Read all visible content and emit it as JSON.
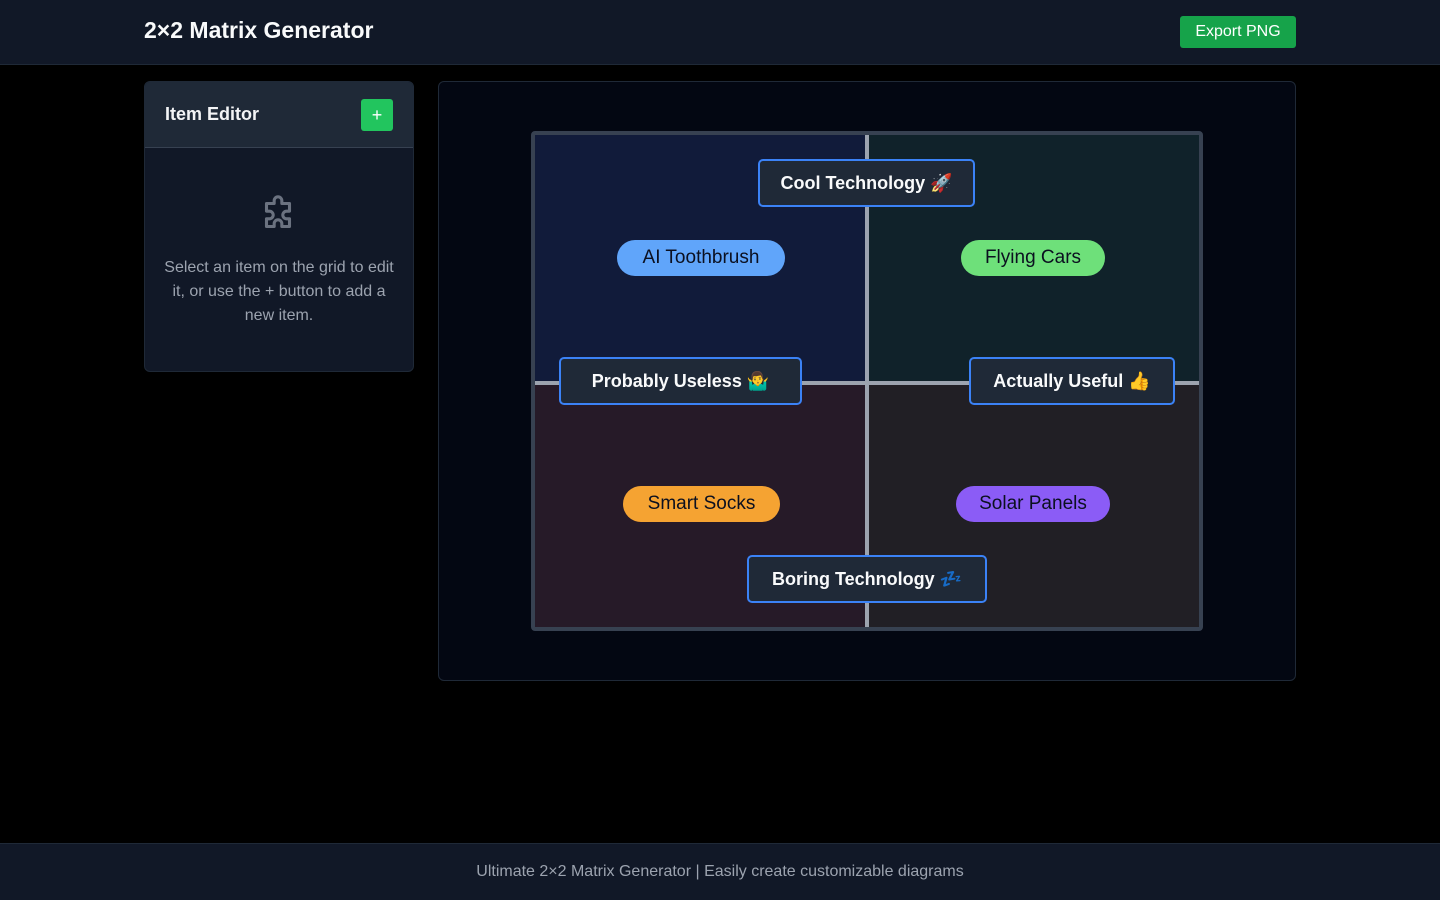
{
  "header": {
    "title": "2×2 Matrix Generator",
    "export_label": "Export PNG"
  },
  "editor": {
    "title": "Item Editor",
    "add_label": "+",
    "hint": "Select an item on the grid to edit it, or use the + button to add a new item.",
    "hint_icon": "puzzle-icon"
  },
  "matrix": {
    "axis_top": "Cool Technology 🚀",
    "axis_left": "Probably Useless 🤷‍♂️",
    "axis_right": "Actually Useful 👍",
    "axis_bottom": "Boring Technology 💤",
    "items": [
      {
        "label": "AI Toothbrush",
        "color": "#60a5fa"
      },
      {
        "label": "Flying Cars",
        "color": "#6ee07a"
      },
      {
        "label": "Smart Socks",
        "color": "#f5a332"
      },
      {
        "label": "Solar Panels",
        "color": "#8b5cf6"
      }
    ]
  },
  "colors": {
    "accent": "#3b82f6",
    "export_button": "#16a34a",
    "add_button": "#22c55e"
  },
  "footer": {
    "text": "Ultimate 2×2 Matrix Generator | Easily create customizable diagrams"
  }
}
